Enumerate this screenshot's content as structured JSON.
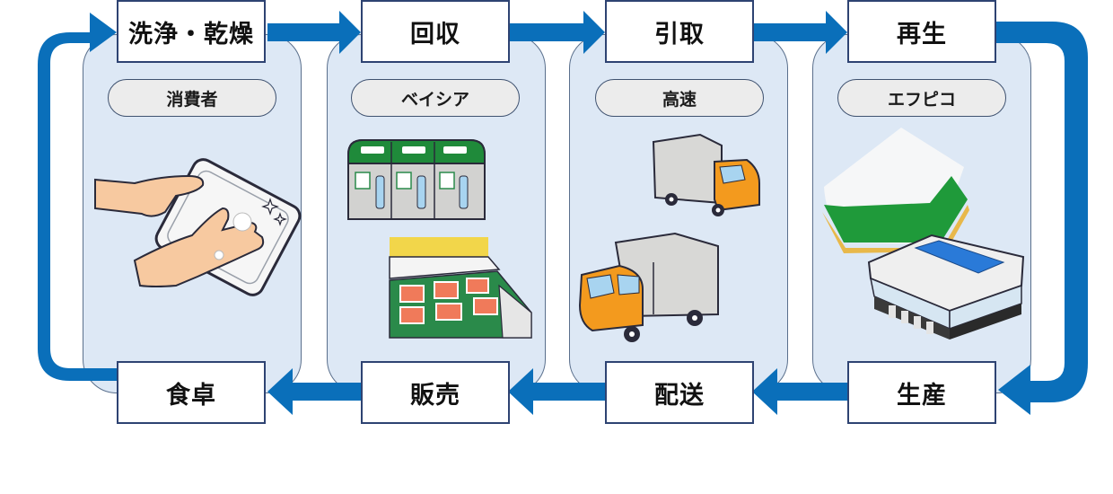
{
  "diagram": {
    "title": "Efpico recycling loop",
    "arrow_color": "#0a6fba",
    "panel_color": "#dde8f5",
    "top_steps": [
      {
        "label": "洗浄・乾燥"
      },
      {
        "label": "回収"
      },
      {
        "label": "引取"
      },
      {
        "label": "再生"
      }
    ],
    "bottom_steps": [
      {
        "label": "食卓"
      },
      {
        "label": "販売"
      },
      {
        "label": "配送"
      },
      {
        "label": "生産"
      }
    ],
    "panels": [
      {
        "actor": "消費者",
        "illustration": "hands-washing-tray-icon"
      },
      {
        "actor": "ベイシア",
        "illustration": "recycling-bins-and-store-shelf-icon"
      },
      {
        "actor": "高速",
        "illustration": "delivery-trucks-icon"
      },
      {
        "actor": "エフピコ",
        "illustration": "food-tray-and-factory-icon"
      }
    ],
    "flow": [
      "食卓 → 洗浄・乾燥",
      "洗浄・乾燥 → 回収",
      "回収 → 引取",
      "引取 → 再生",
      "再生 → 生産",
      "生産 → 配送",
      "配送 → 販売",
      "販売 → 食卓"
    ]
  }
}
